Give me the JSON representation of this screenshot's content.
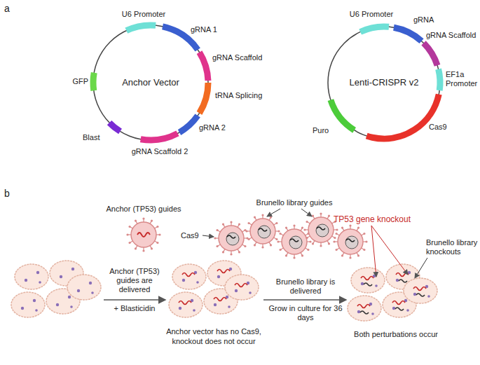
{
  "diagram": {
    "nodes": [
      {
        "text": [
          "Anchor Vector"
        ]
      },
      {
        "text": [
          "Lenti-CRISPR v2"
        ]
      },
      {
        "text": [
          "Anchor vector has no Cas9, knockout does not occur"
        ]
      },
      {
        "text": [
          "Both perturbations occur"
        ]
      }
    ],
    "labels": [
      "a",
      "U6 Promoter",
      "gRNA 1",
      "gRNA Scaffold",
      "tRNA Splicing",
      "gRNA 2",
      "gRNA Scaffold 2",
      "Blast",
      "GFP",
      "U6 Promoter",
      "gRNA",
      "gRNA Scaffold",
      "EF1a Promoter",
      "Cas9",
      "Puro",
      "b",
      "Brunello library guides",
      "Anchor (TP53) guides",
      "Cas9",
      "Anchor (TP53) guides are delivered",
      "+ Blasticidin",
      "Brunello library is delivered",
      "Grow in culture for 36 days",
      "TP53 gene knockout",
      "Brunello library knockouts"
    ]
  }
}
